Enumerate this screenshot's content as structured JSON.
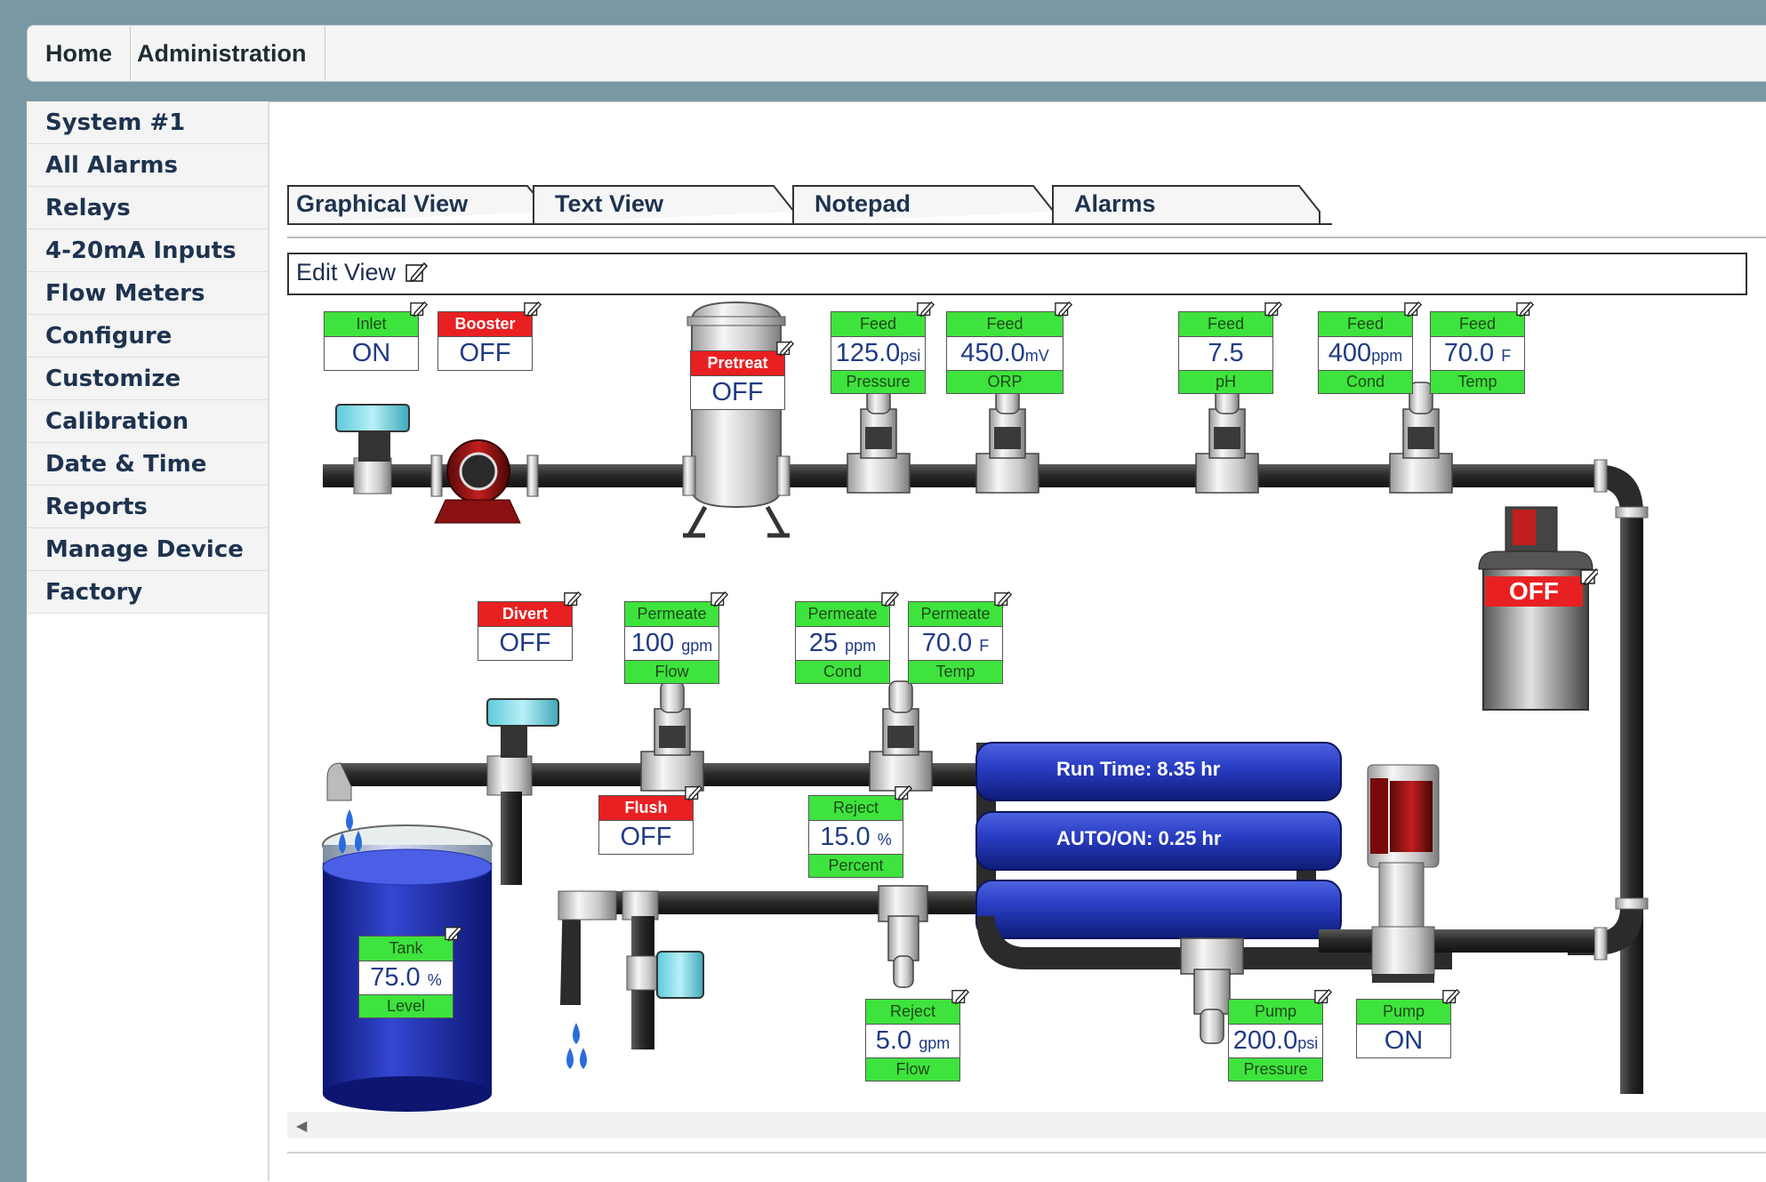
{
  "topnav": {
    "home": "Home",
    "administration": "Administration"
  },
  "sidebar": {
    "items": [
      "System #1",
      "All Alarms",
      "Relays",
      "4-20mA Inputs",
      "Flow Meters",
      "Configure",
      "Customize",
      "Calibration",
      "Date & Time",
      "Reports",
      "Manage Device",
      "Factory"
    ]
  },
  "tabs": [
    "Graphical View",
    "Text View",
    "Notepad",
    "Alarms"
  ],
  "edit_view_label": "Edit View",
  "widgets": {
    "inlet": {
      "title": "Inlet",
      "value": "ON"
    },
    "booster": {
      "title": "Booster",
      "value": "OFF"
    },
    "pretreat": {
      "title": "Pretreat",
      "value": "OFF"
    },
    "feed_pressure": {
      "title": "Feed",
      "value": "125.0",
      "unit": "psi",
      "footer": "Pressure"
    },
    "feed_orp": {
      "title": "Feed",
      "value": "450.0",
      "unit": "mV",
      "footer": "ORP"
    },
    "feed_ph": {
      "title": "Feed",
      "value": "7.5",
      "unit": "",
      "footer": "pH"
    },
    "feed_cond": {
      "title": "Feed",
      "value": "400",
      "unit": "ppm",
      "footer": "Cond"
    },
    "feed_temp": {
      "title": "Feed",
      "value": "70.0",
      "unit": "F",
      "footer": "Temp"
    },
    "divert": {
      "title": "Divert",
      "value": "OFF"
    },
    "permeate_flow": {
      "title": "Permeate",
      "value": "100",
      "unit": "gpm",
      "footer": "Flow"
    },
    "permeate_cond": {
      "title": "Permeate",
      "value": "25",
      "unit": "ppm",
      "footer": "Cond"
    },
    "permeate_temp": {
      "title": "Permeate",
      "value": "70.0",
      "unit": "F",
      "footer": "Temp"
    },
    "flush": {
      "title": "Flush",
      "value": "OFF"
    },
    "reject_percent": {
      "title": "Reject",
      "value": "15.0",
      "unit": "%",
      "footer": "Percent"
    },
    "tank_level": {
      "title": "Tank",
      "value": "75.0",
      "unit": "%",
      "footer": "Level"
    },
    "reject_flow": {
      "title": "Reject",
      "value": "5.0",
      "unit": "gpm",
      "footer": "Flow"
    },
    "pump_pressure": {
      "title": "Pump",
      "value": "200.0",
      "unit": "psi",
      "footer": "Pressure"
    },
    "pump_state": {
      "title": "Pump",
      "value": "ON"
    }
  },
  "chem_feed_state": "OFF",
  "membranes": {
    "run_time": "Run Time:  8.35 hr",
    "auto_on": "AUTO/ON:  0.25 hr"
  },
  "tank_fill_level": 0.75,
  "colors": {
    "alarm_red": "#e92021",
    "ok_green": "#3fe33d",
    "value_blue": "#1f3a86",
    "membrane_blue": "#1f35b8"
  }
}
